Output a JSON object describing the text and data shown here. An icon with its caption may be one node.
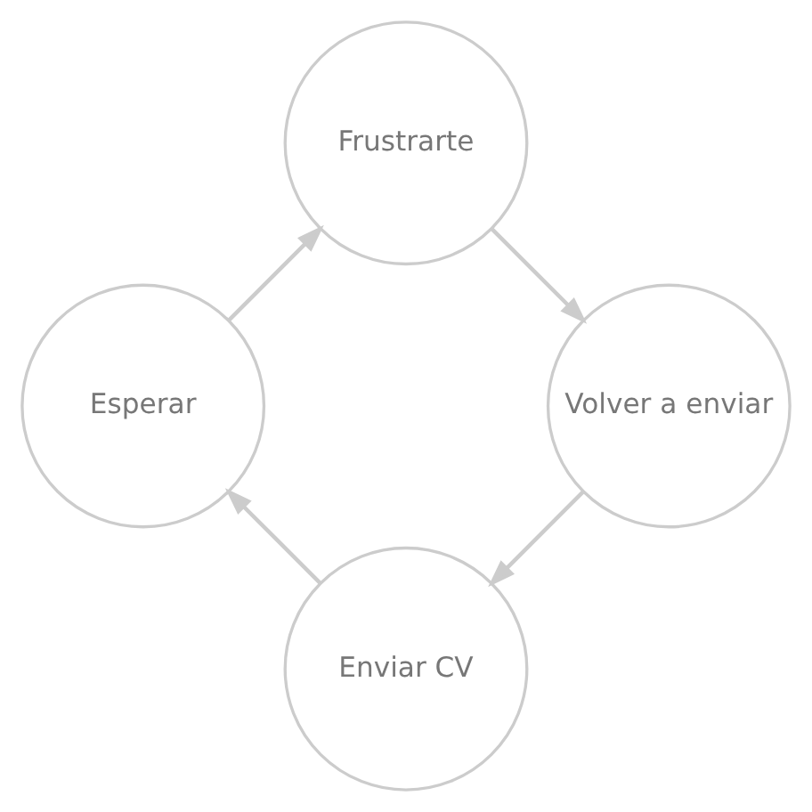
{
  "diagram": {
    "nodes": [
      {
        "text": [
          "Enviar CV"
        ]
      },
      {
        "text": [
          "Esperar"
        ]
      },
      {
        "text": [
          "Frustrarte"
        ]
      },
      {
        "text": [
          "Volver a enviar"
        ]
      }
    ],
    "edges": [
      {
        "from": 0,
        "to": 1,
        "arrow": "to"
      },
      {
        "from": 1,
        "to": 2,
        "arrow": "to"
      },
      {
        "from": 2,
        "to": 3,
        "arrow": "to"
      },
      {
        "from": 3,
        "to": 0,
        "arrow": "to"
      }
    ]
  }
}
